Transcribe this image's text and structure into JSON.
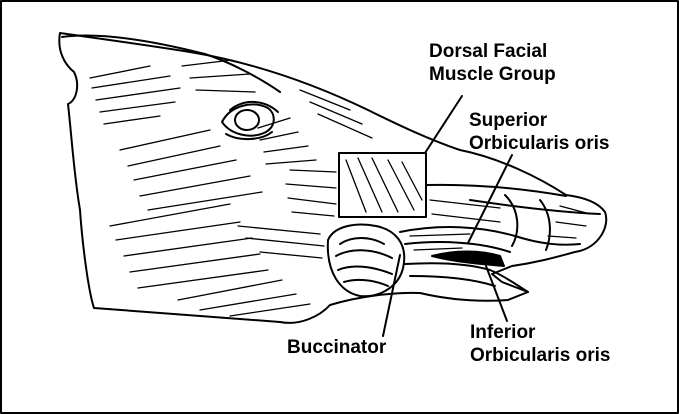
{
  "labels": {
    "dorsal_facial": {
      "line1": "Dorsal Facial",
      "line2": "Muscle Group"
    },
    "superior_orbicularis": {
      "line1": "Superior",
      "line2": "Orbicularis oris"
    },
    "buccinator": {
      "line1": "Buccinator"
    },
    "inferior_orbicularis": {
      "line1": "Inferior",
      "line2": "Orbicularis oris"
    }
  },
  "colors": {
    "ink": "#000000",
    "background": "#ffffff"
  }
}
